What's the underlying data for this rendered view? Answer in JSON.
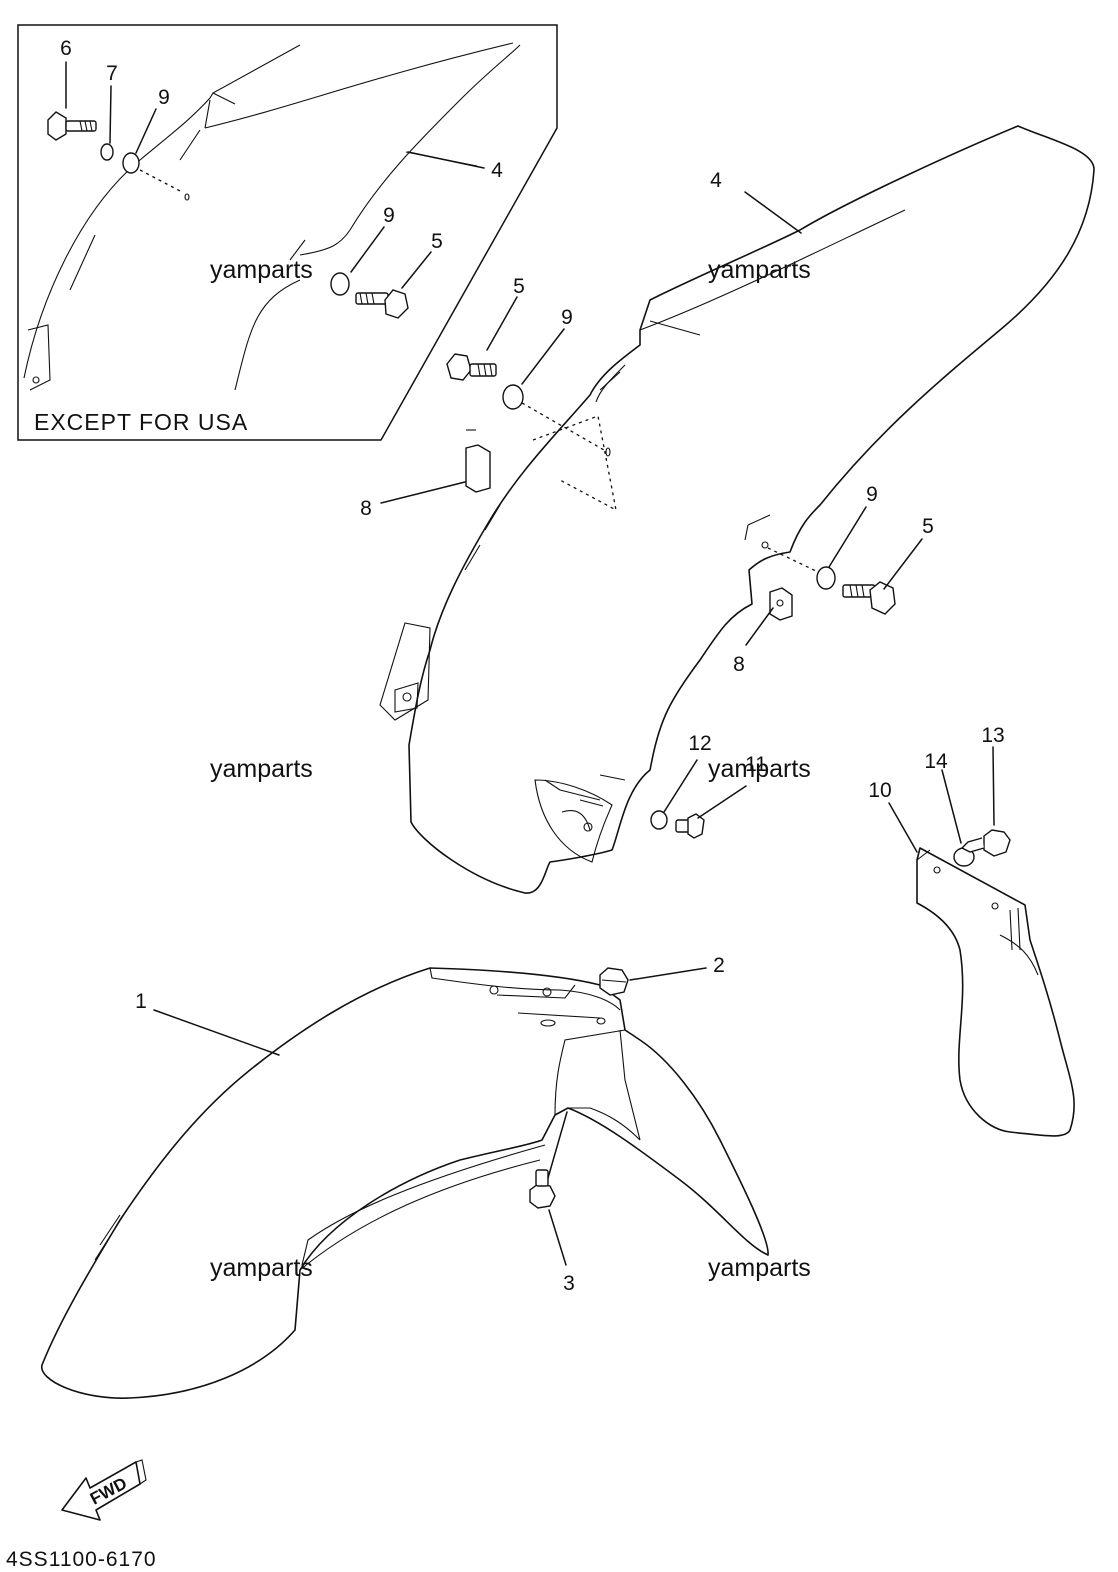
{
  "inset": {
    "title": "EXCEPT FOR USA",
    "callouts": [
      "6",
      "7",
      "9",
      "4",
      "9",
      "5"
    ]
  },
  "callouts": {
    "rear_fender": "4",
    "bolt_left": "5",
    "collar_left": "9",
    "nut_left": "8",
    "collar_right": "9",
    "bolt_right": "5",
    "nut_right": "8",
    "collar_12": "12",
    "screw_11": "11",
    "front_fender": "1",
    "nut_2": "2",
    "bolt_3": "3",
    "flap_10": "10",
    "washer_14": "14",
    "screw_13": "13"
  },
  "watermark": "yamparts",
  "fwd_label": "FWD",
  "diagram_code": "4SS1100-6170"
}
